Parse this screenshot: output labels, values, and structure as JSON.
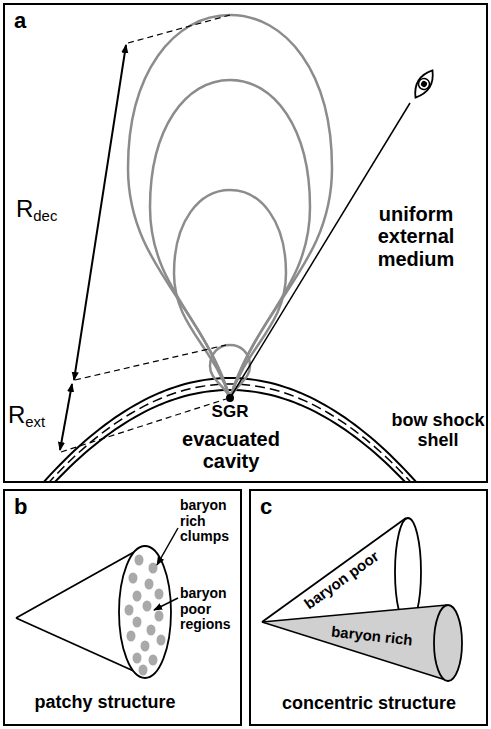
{
  "diagram": {
    "nodes": [
      {
        "text": [
          "a"
        ]
      },
      {
        "text": [
          "b"
        ]
      },
      {
        "text": [
          "c"
        ]
      }
    ],
    "labels": [
      "Rdec",
      "Rext",
      "uniform external medium",
      "SGR",
      "evacuated cavity",
      "bow shock shell",
      "baryon rich clumps",
      "baryon poor regions",
      "patchy structure",
      "baryon poor",
      "baryon rich",
      "concentric structure"
    ]
  }
}
